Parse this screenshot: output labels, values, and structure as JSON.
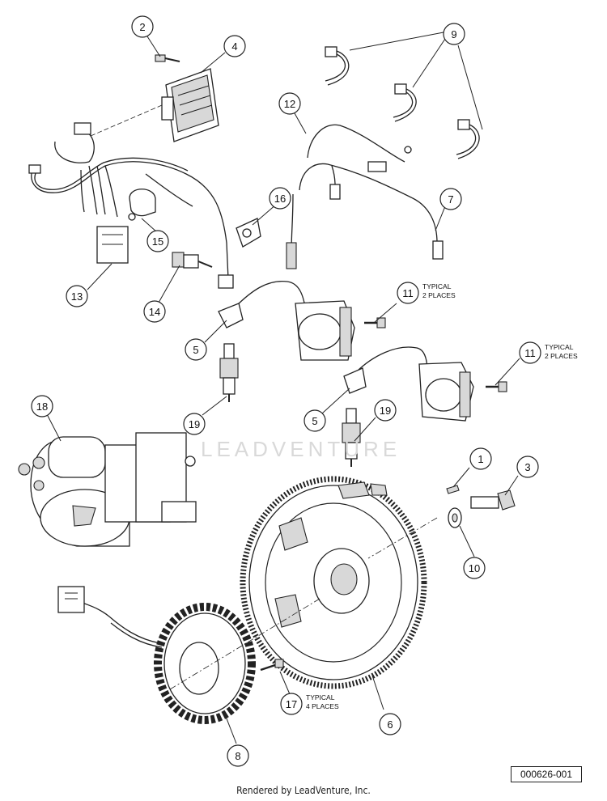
{
  "diagram": {
    "id_label": "000626-001",
    "footer": "Rendered by LeadVenture, Inc.",
    "watermark": "LEADVENTURE"
  },
  "callouts": [
    {
      "key": "c1",
      "label": "1"
    },
    {
      "key": "c2",
      "label": "2"
    },
    {
      "key": "c3",
      "label": "3"
    },
    {
      "key": "c4",
      "label": "4"
    },
    {
      "key": "c5a",
      "label": "5"
    },
    {
      "key": "c5b",
      "label": "5"
    },
    {
      "key": "c6",
      "label": "6"
    },
    {
      "key": "c7",
      "label": "7"
    },
    {
      "key": "c8",
      "label": "8"
    },
    {
      "key": "c9",
      "label": "9"
    },
    {
      "key": "c10",
      "label": "10"
    },
    {
      "key": "c11a",
      "label": "11"
    },
    {
      "key": "c11b",
      "label": "11"
    },
    {
      "key": "c12",
      "label": "12"
    },
    {
      "key": "c13",
      "label": "13"
    },
    {
      "key": "c14",
      "label": "14"
    },
    {
      "key": "c15",
      "label": "15"
    },
    {
      "key": "c16",
      "label": "16"
    },
    {
      "key": "c17",
      "label": "17"
    },
    {
      "key": "c18",
      "label": "18"
    },
    {
      "key": "c19a",
      "label": "19"
    },
    {
      "key": "c19b",
      "label": "19"
    }
  ],
  "notes": {
    "n11a_line1": "TYPICAL",
    "n11a_line2": "2 PLACES",
    "n11b_line1": "TYPICAL",
    "n11b_line2": "2 PLACES",
    "n17_line1": "TYPICAL",
    "n17_line2": "4 PLACES"
  }
}
